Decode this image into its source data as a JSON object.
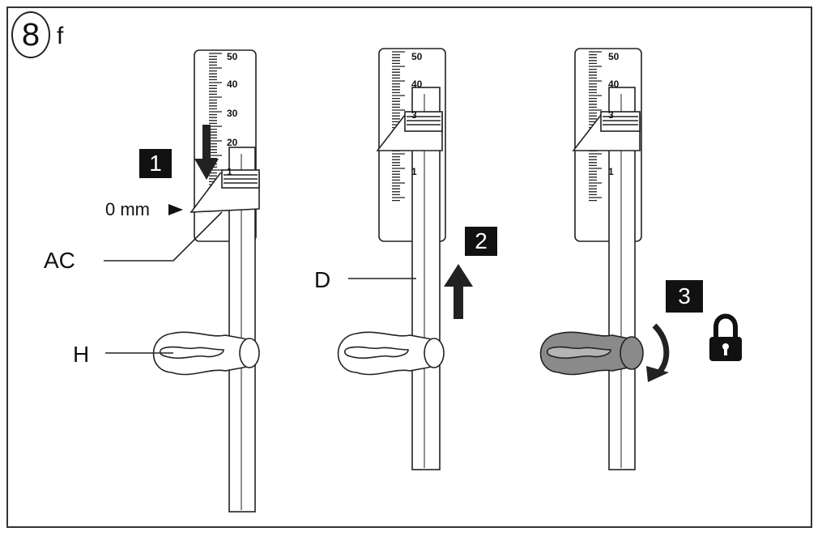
{
  "figure": {
    "number": "8",
    "sub": "f"
  },
  "scale_ticks": [
    "50",
    "40",
    "30",
    "20",
    "1"
  ],
  "scale_ticks_mid": [
    "50",
    "40",
    "3",
    "1"
  ],
  "steps": [
    "1",
    "2",
    "3"
  ],
  "labels": {
    "zero": "0 mm",
    "ac": "AC",
    "d": "D",
    "h": "H"
  },
  "colors": {
    "line": "#222222",
    "knob_locked": "#8a8a8a",
    "box": "#111111"
  }
}
